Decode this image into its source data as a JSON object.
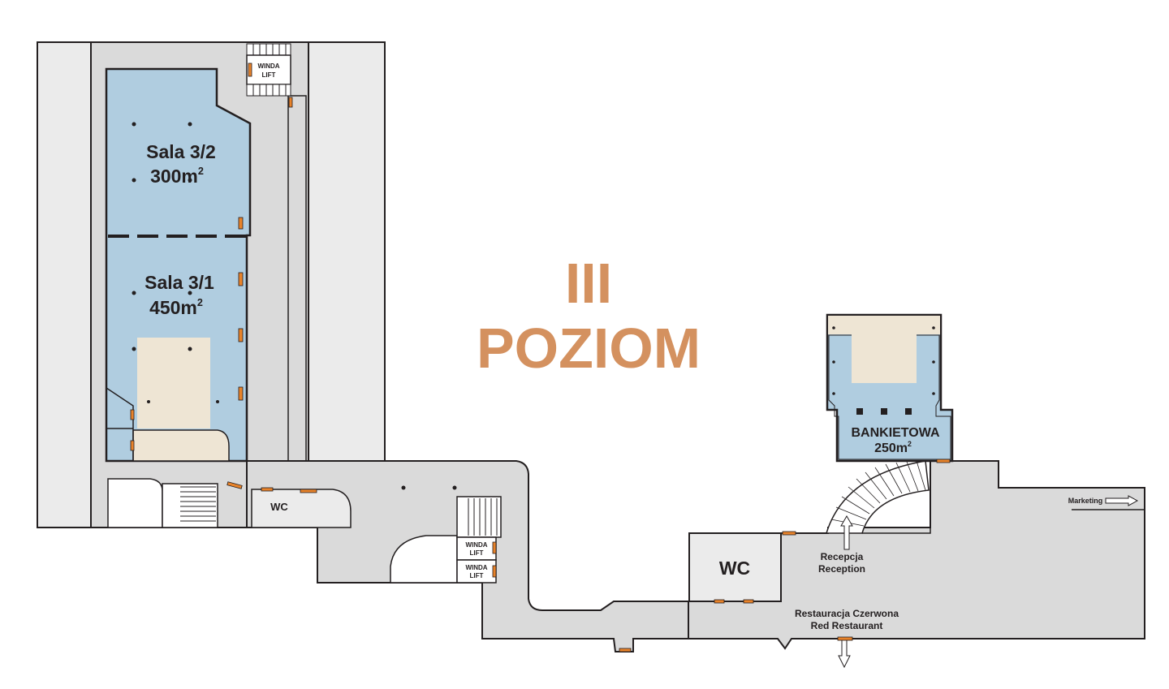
{
  "title": {
    "line1": "III",
    "line2": "POZIOM"
  },
  "rooms": {
    "sala_3_2": {
      "name": "Sala 3/2",
      "area": "300m",
      "unit_sup": "2"
    },
    "sala_3_1": {
      "name": "Sala 3/1",
      "area": "450m",
      "unit_sup": "2"
    },
    "bankietowa": {
      "name": "BANKIETOWA",
      "area": "250m",
      "unit_sup": "2"
    },
    "wc_small": {
      "name": "WC"
    },
    "wc_large": {
      "name": "WC"
    }
  },
  "lifts": {
    "top": {
      "line1": "WINDA",
      "line2": "LIFT"
    },
    "middle_upper": {
      "line1": "WINDA",
      "line2": "LIFT"
    },
    "middle_lower": {
      "line1": "WINDA",
      "line2": "LIFT"
    }
  },
  "labels": {
    "marketing": "Marketing",
    "reception_pl": "Recepcja",
    "reception_en": "Reception",
    "restaurant_pl": "Restauracja Czerwona",
    "restaurant_en": "Red Restaurant"
  },
  "colors": {
    "title": "#d4915f",
    "room_blue": "#b0cde0",
    "corridor_gray": "#dadada",
    "wall_light": "#ebebeb",
    "stage_beige": "#eee5d4",
    "door_orange": "#e8832a",
    "outline": "#231f20"
  }
}
